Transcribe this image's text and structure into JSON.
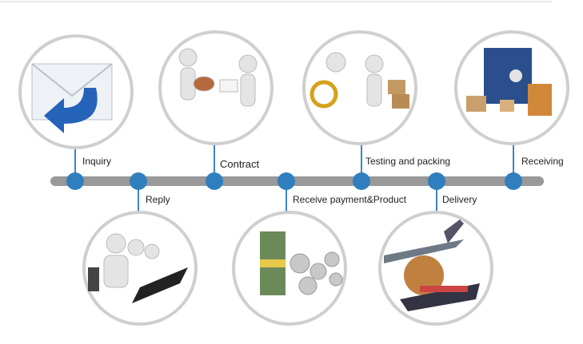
{
  "steps": [
    {
      "label": "Inquiry",
      "position": "top",
      "icon": "envelope-reply-icon"
    },
    {
      "label": "Reply",
      "position": "bottom",
      "icon": "call-center-icon"
    },
    {
      "label": "Contract",
      "position": "top",
      "icon": "handshake-contract-icon"
    },
    {
      "label": "Receive payment&Product",
      "position": "bottom",
      "icon": "money-gears-icon"
    },
    {
      "label": "Testing and packing",
      "position": "top",
      "icon": "magnifier-boxes-icon"
    },
    {
      "label": "Delivery",
      "position": "bottom",
      "icon": "plane-ship-globe-icon"
    },
    {
      "label": "Receiving",
      "position": "top",
      "icon": "container-boxes-icon"
    }
  ],
  "colors": {
    "dot": "#2f7fbf",
    "bar": "#999999",
    "ring": "#cfcfcf",
    "connector": "#3a86c4"
  }
}
